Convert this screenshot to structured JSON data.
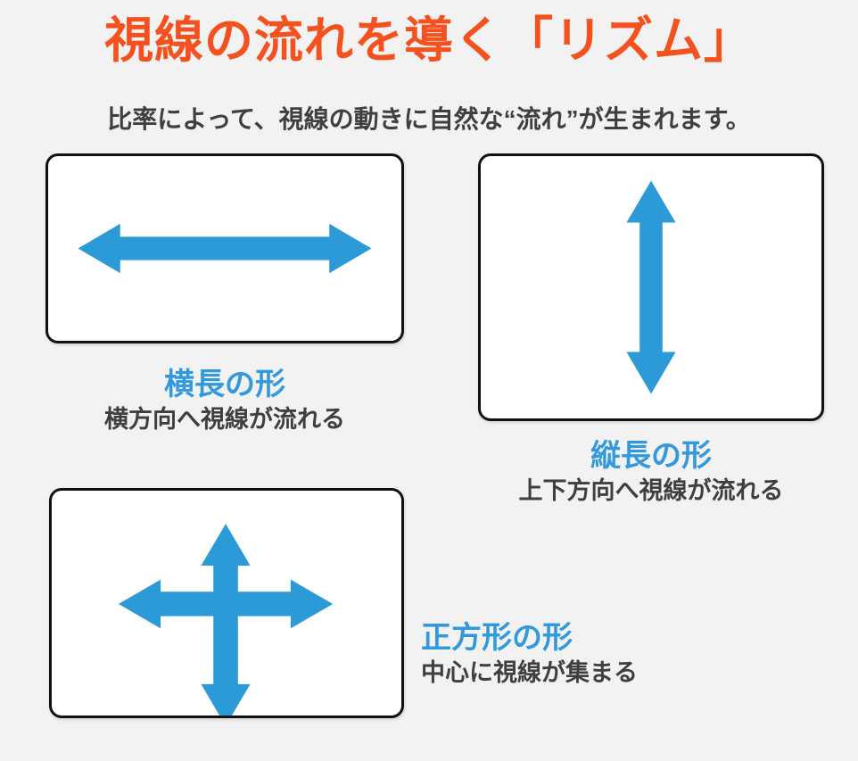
{
  "header": {
    "title": "視線の流れを導く「リズム」",
    "subtitle": "比率によって、視線の動きに自然な“流れ”が生まれます。",
    "title_color": "#f4511e",
    "subtitle_color": "#3f3f3f"
  },
  "theme": {
    "background": "#f2f2f2",
    "card_fill": "#ffffff",
    "card_border": "#111111",
    "arrow_color": "#2b9ad6",
    "heading_blue": "#3399dd",
    "body_gray": "#3f3f3f"
  },
  "cards": [
    {
      "id": "wide",
      "arrow_icon": "double-arrow-horizontal-icon",
      "heading": "横長の形",
      "description": "横方向へ視線が流れる"
    },
    {
      "id": "tall",
      "arrow_icon": "double-arrow-vertical-icon",
      "heading": "縦長の形",
      "description": "上下方向へ視線が流れる"
    },
    {
      "id": "square",
      "arrow_icon": "four-way-arrow-icon",
      "heading": "正方形の形",
      "description": "中心に視線が集まる"
    }
  ]
}
